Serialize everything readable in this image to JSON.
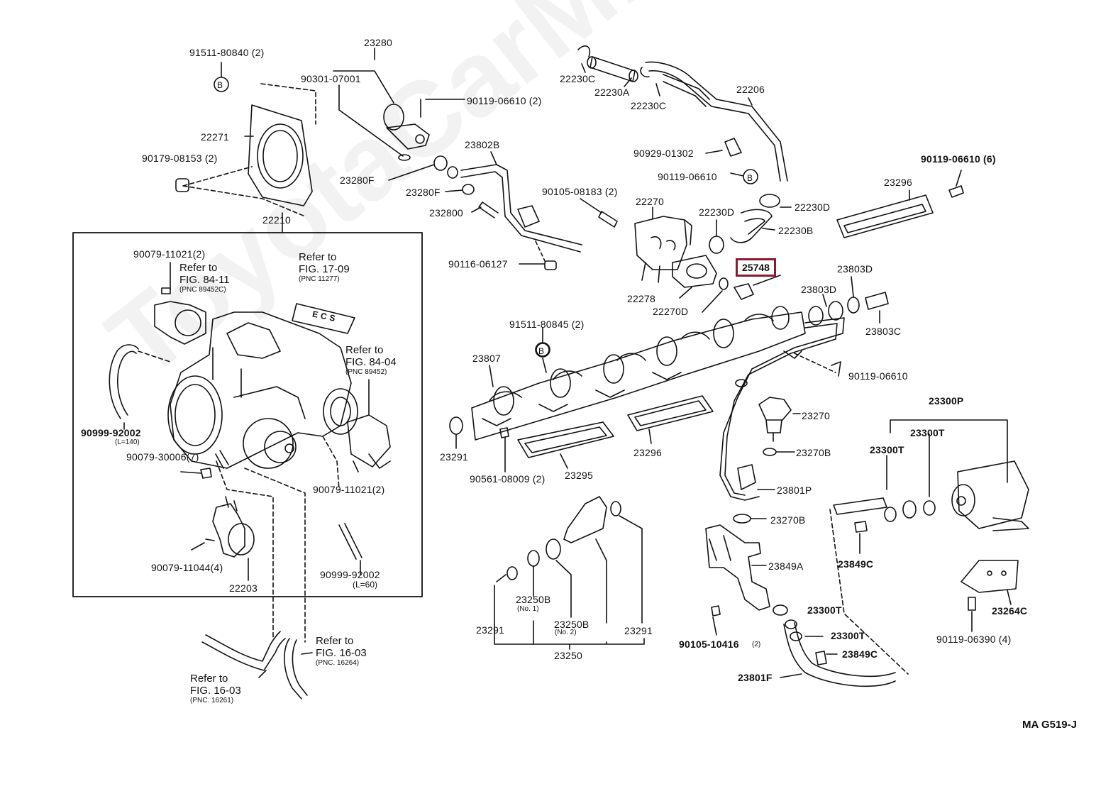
{
  "watermark": "ToyotaCarMine.ru",
  "diagram_code": "MA  G519-J",
  "highlighted_part": "25748",
  "labels": {
    "p91511_80840": "91511-80840 (2)",
    "p23280": "23280",
    "p90301": "90301-07001",
    "p90119_06610_2": "90119-06610 (2)",
    "p22271": "22271",
    "p90179": "90179-08153 (2)",
    "p23280F_a": "23280F",
    "p23280F_b": "23280F",
    "p23802B": "23802B",
    "p23280D": "232800",
    "p90116": "90116-06127",
    "p22210": "22210",
    "p90079_11021a": "90079-11021(2)",
    "p90999_92002a": "90999-92002",
    "p90999_92002a_l": "(L=140)",
    "p90079_30006": "90079-30006(7)",
    "p90079_11021b": "90079-11021(2)",
    "p90079_11044": "90079-11044(4)",
    "p22203": "22203",
    "p90999_92002b": "90999-92002",
    "p90999_92002b_l": "(L=60)",
    "p22230C_a": "22230C",
    "p22230A": "22230A",
    "p22230C_b": "22230C",
    "p22206": "22206",
    "p90929": "90929-01302",
    "p90119_06610_b": "90119-06610",
    "p90105_08183": "90105-08183 (2)",
    "p22270": "22270",
    "p22230D_a": "22230D",
    "p22230D_b": "22230D",
    "p22230B": "22230B",
    "p22278": "22278",
    "p22270D": "22270D",
    "p90119_06610_6": "90119-06610 (6)",
    "p23296_a": "23296",
    "p23803D_a": "23803D",
    "p23803D_b": "23803D",
    "p23803C": "23803C",
    "p91511_80845": "91511-80845 (2)",
    "p23807": "23807",
    "p90119_06610_c": "90119-06610",
    "p23291_a": "23291",
    "p90561": "90561-08009 (2)",
    "p23295": "23295",
    "p23296_b": "23296",
    "p23270": "23270",
    "p23270B_a": "23270B",
    "p23801P": "23801P",
    "p23300P": "23300P",
    "p23300T_a": "23300T",
    "p23300T_b": "23300T",
    "p23270B_b": "23270B",
    "p23849A": "23849A",
    "p23849C_a": "23849C",
    "p23300T_c": "23300T",
    "p23300T_d": "23300T",
    "p23849C_b": "23849C",
    "p23264C": "23264C",
    "p90105_10416": "90105-10416",
    "p90105_10416_q": "(2)",
    "p90119_06390": "90119-06390 (4)",
    "p23801F": "23801F",
    "p23250B_1": "23250B",
    "p23250B_1n": "(No. 1)",
    "p23250B_2": "23250B",
    "p23250B_2n": "(No. 2)",
    "p23291_b": "23291",
    "p23291_c": "23291",
    "p23250": "23250"
  },
  "references": {
    "r84_11": {
      "l1": "Refer to",
      "l2": "FIG. 84-11",
      "l3": "(PNC 89452C)"
    },
    "r17_09": {
      "l1": "Refer to",
      "l2": "FIG. 17-09",
      "l3": "(PNC 11277)"
    },
    "r84_04": {
      "l1": "Refer to",
      "l2": "FIG. 84-04",
      "l3": "(PNC 89452)"
    },
    "r16_03a": {
      "l1": "Refer to",
      "l2": "FIG. 16-03",
      "l3": "(PNC. 16264)"
    },
    "r16_03b": {
      "l1": "Refer to",
      "l2": "FIG. 16-03",
      "l3": "(PNC. 16261)"
    }
  },
  "callouts": {
    "b1": "B",
    "b2": "B",
    "b3": "B"
  },
  "ecs_text": "ECS"
}
